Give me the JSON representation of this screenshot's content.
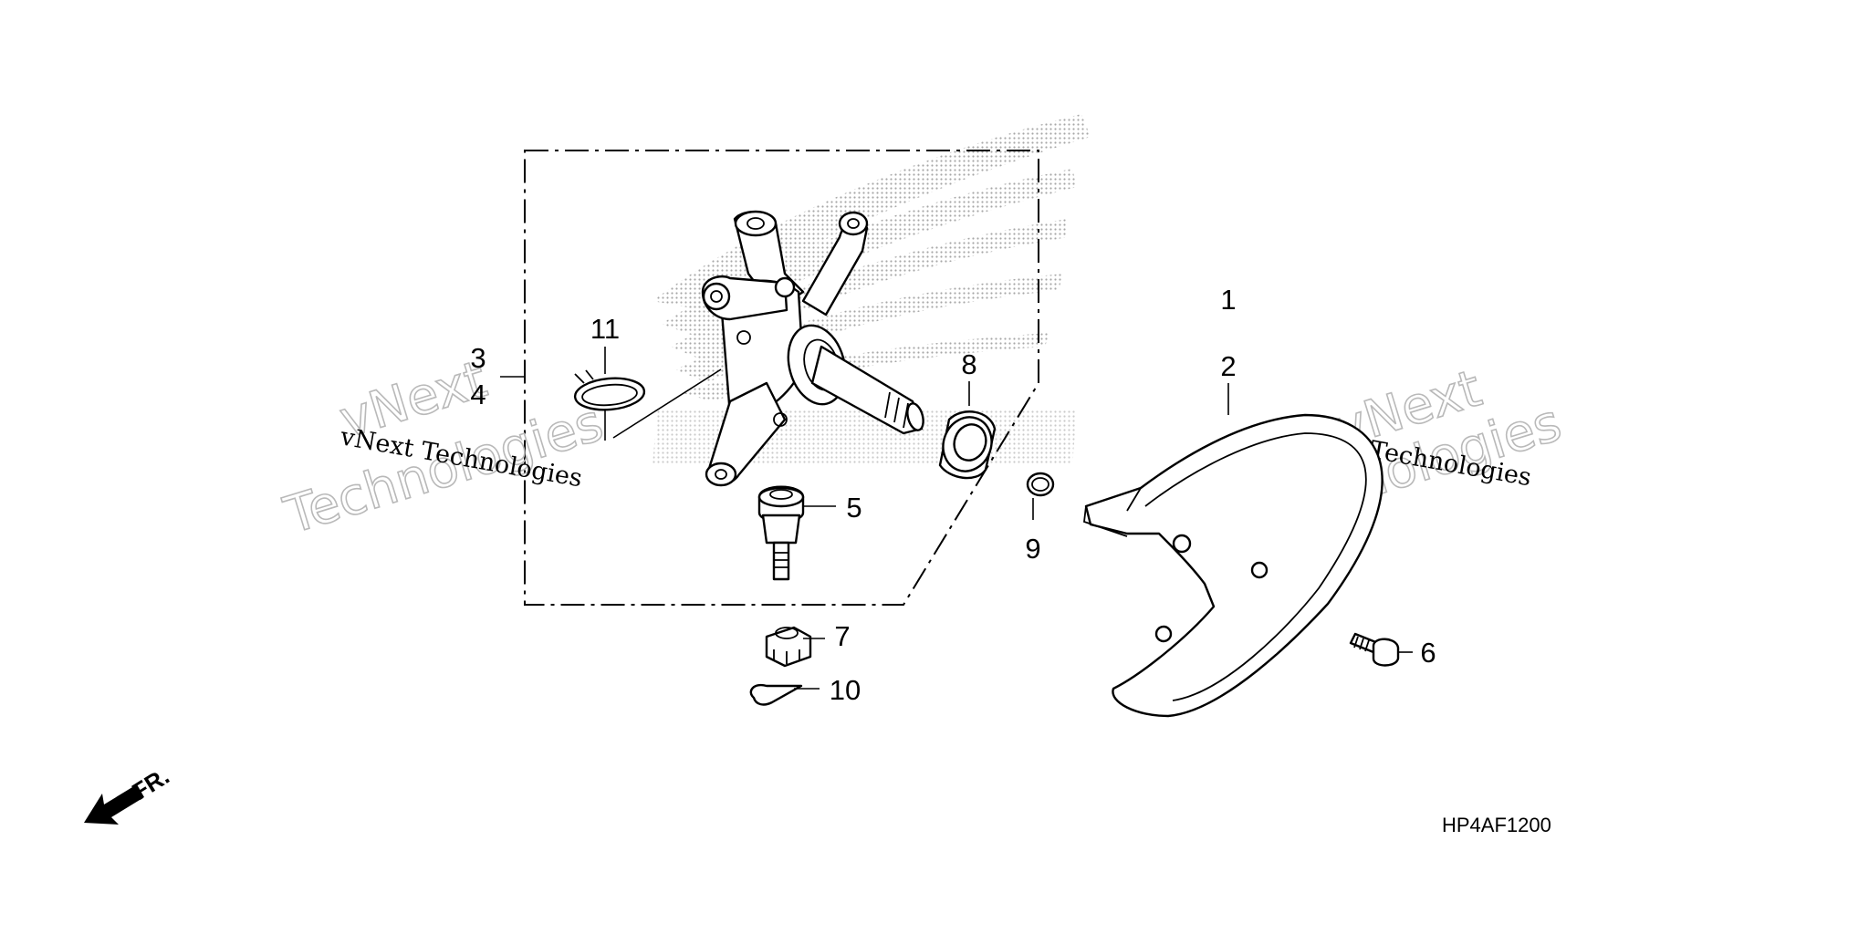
{
  "diagram": {
    "callouts": {
      "c1": "1",
      "c2": "2",
      "c3": "3",
      "c4": "4",
      "c5": "5",
      "c6": "6",
      "c7": "7",
      "c8": "8",
      "c9": "9",
      "c10": "10",
      "c11": "11"
    },
    "diagram_code": "HP4AF1200",
    "front_label": "FR.",
    "watermarks": {
      "left_line": "vNext Technologies",
      "left_outline_top": "vNext",
      "left_outline_bottom": "Technologies",
      "right_line": "vNext Technologies",
      "right_outline_top": "vNext",
      "right_outline_bottom": "Technologies"
    }
  }
}
